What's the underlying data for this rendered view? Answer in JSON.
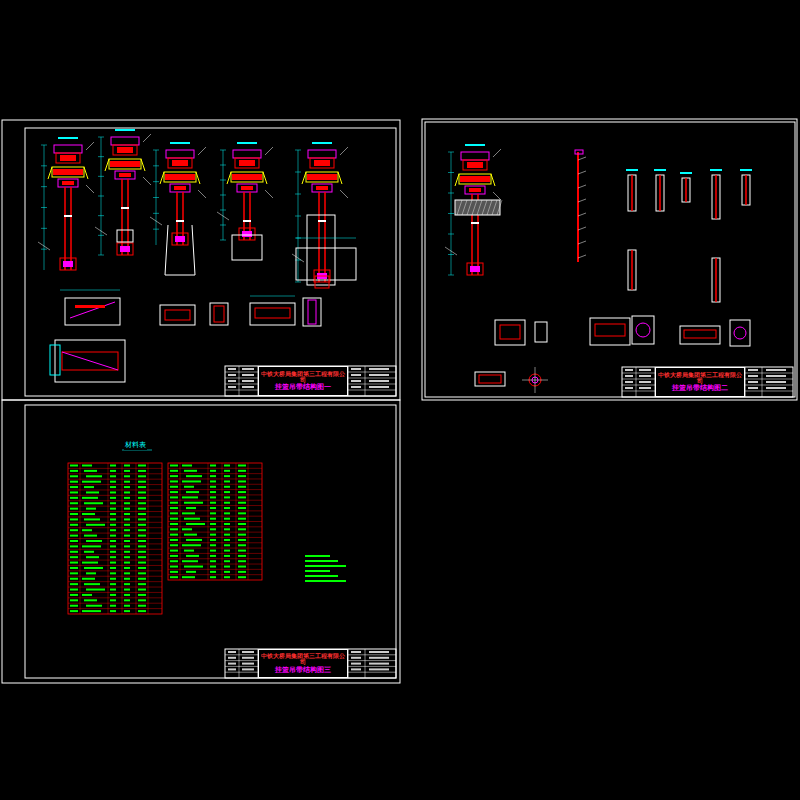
{
  "diagram": {
    "nodes": [
      {
        "text": [
          "中铁大桥局集团第三工程有限公司",
          "挂篮吊带结构图一"
        ]
      },
      {
        "text": [
          "中铁大桥局集团第三工程有限公司",
          "挂篮吊带结构图二"
        ]
      },
      {
        "text": [
          "中铁大桥局集团第三工程有限公司",
          "挂篮吊带结构图三"
        ]
      }
    ],
    "labels": [
      "材料表"
    ]
  }
}
